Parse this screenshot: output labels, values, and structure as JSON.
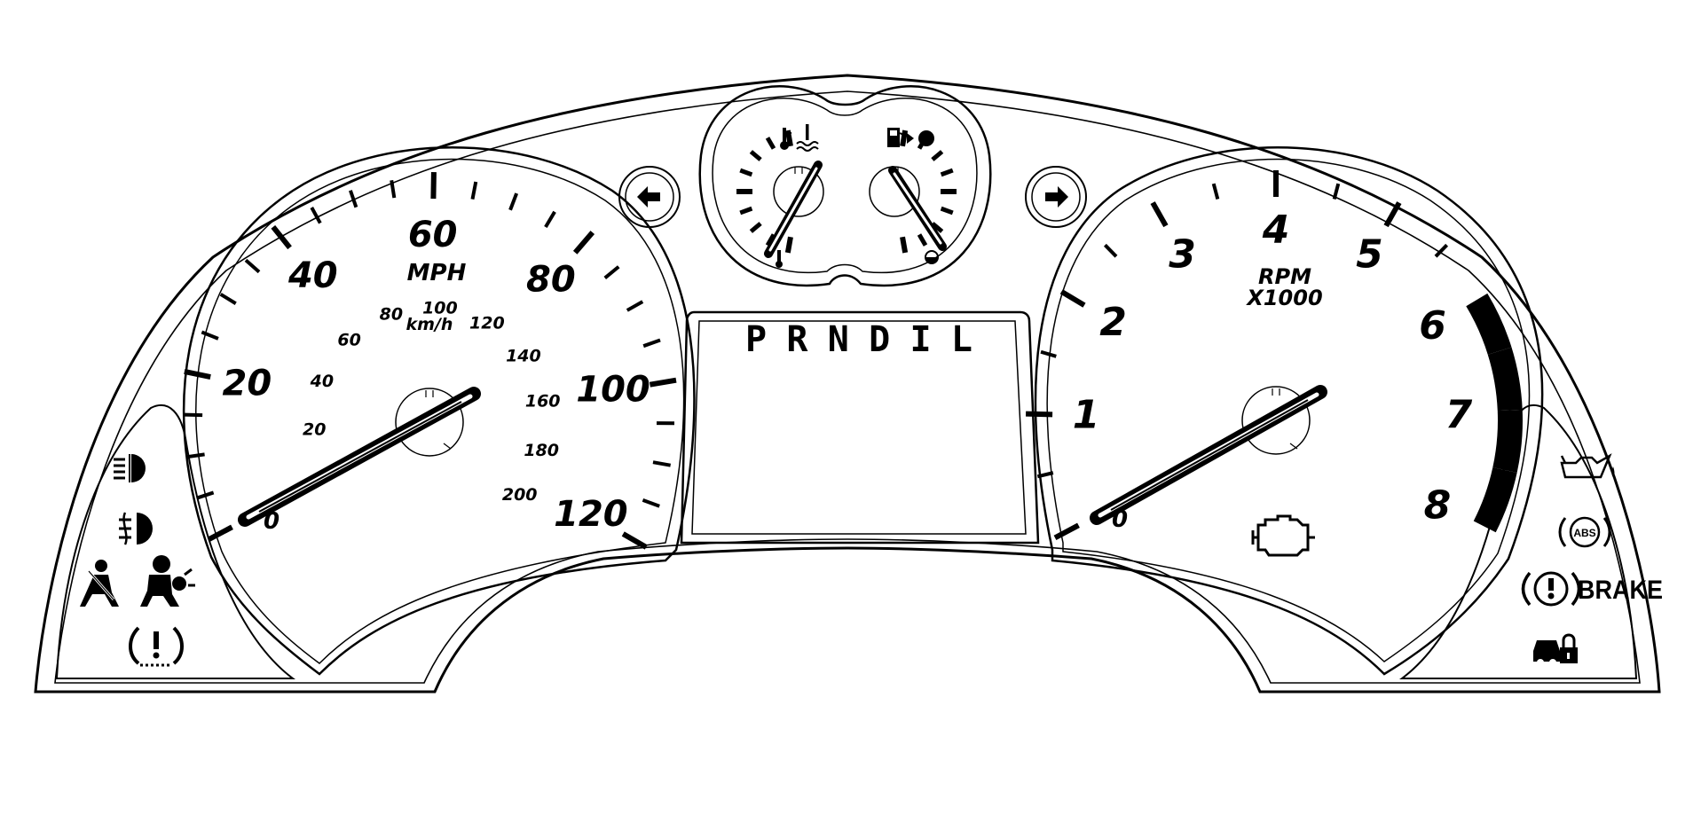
{
  "speedometer": {
    "unit_label": "MPH",
    "mph_labels": [
      "20",
      "40",
      "60",
      "80",
      "100",
      "120"
    ],
    "kmh_unit": "km/h",
    "kmh_labels": [
      "20",
      "40",
      "60",
      "80",
      "100",
      "120",
      "140",
      "160",
      "180",
      "200"
    ],
    "zero_label": "0",
    "needle_value_mph": 0
  },
  "tachometer": {
    "unit_line1": "RPM",
    "unit_line2": "X1000",
    "labels": [
      "1",
      "2",
      "3",
      "4",
      "5",
      "6",
      "7",
      "8"
    ],
    "zero_label": "0",
    "redline_from": 6,
    "needle_value_rpm_x1000": 0
  },
  "transmission": {
    "prndl": "PRNDIL"
  },
  "warning_lights": {
    "abs": "ABS",
    "brake": "BRAKE"
  },
  "icons": [
    "turn-left-arrow-icon",
    "turn-right-arrow-icon",
    "coolant-temperature-icon",
    "fuel-icon",
    "high-beam-icon",
    "fog-lamp-icon",
    "seatbelt-icon",
    "airbag-icon",
    "tire-pressure-icon",
    "check-engine-icon",
    "oil-pressure-icon",
    "abs-icon",
    "brake-icon",
    "security-icon"
  ]
}
